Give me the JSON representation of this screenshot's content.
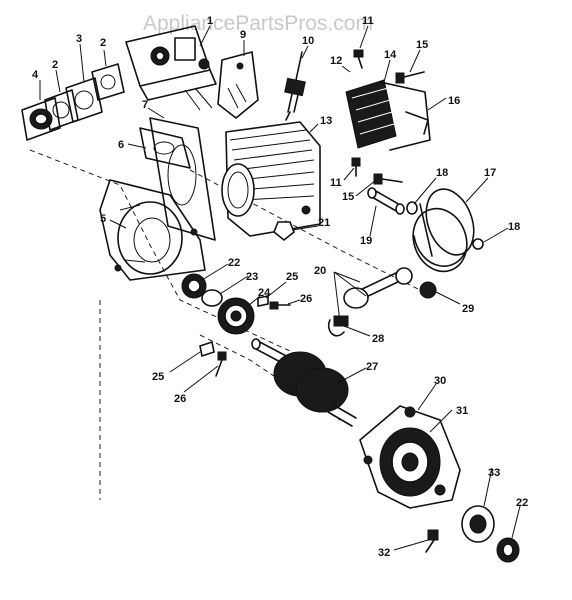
{
  "watermark": "AppliancePartsPros.com",
  "callouts": [
    {
      "id": "c4",
      "text": "4"
    },
    {
      "id": "c2a",
      "text": "2"
    },
    {
      "id": "c3",
      "text": "3"
    },
    {
      "id": "c2b",
      "text": "2"
    },
    {
      "id": "c1a",
      "text": "1"
    },
    {
      "id": "c9",
      "text": "9"
    },
    {
      "id": "c10",
      "text": "10"
    },
    {
      "id": "c11a",
      "text": "11"
    },
    {
      "id": "c12",
      "text": "12"
    },
    {
      "id": "c14",
      "text": "14"
    },
    {
      "id": "c15a",
      "text": "15"
    },
    {
      "id": "c16",
      "text": "16"
    },
    {
      "id": "c7",
      "text": "7"
    },
    {
      "id": "c6",
      "text": "6"
    },
    {
      "id": "c13",
      "text": "13"
    },
    {
      "id": "c11b",
      "text": "11"
    },
    {
      "id": "c15b",
      "text": "15"
    },
    {
      "id": "c18a",
      "text": "18"
    },
    {
      "id": "c17",
      "text": "17"
    },
    {
      "id": "c5",
      "text": "5"
    },
    {
      "id": "c21",
      "text": "21"
    },
    {
      "id": "c19",
      "text": "19"
    },
    {
      "id": "c18b",
      "text": "18"
    },
    {
      "id": "c22a",
      "text": "22"
    },
    {
      "id": "c23",
      "text": "23"
    },
    {
      "id": "c24",
      "text": "24"
    },
    {
      "id": "c25a",
      "text": "25"
    },
    {
      "id": "c20",
      "text": "20"
    },
    {
      "id": "c26a",
      "text": "26"
    },
    {
      "id": "c29",
      "text": "29"
    },
    {
      "id": "c28",
      "text": "28"
    },
    {
      "id": "c25b",
      "text": "25"
    },
    {
      "id": "c27",
      "text": "27"
    },
    {
      "id": "c26b",
      "text": "26"
    },
    {
      "id": "c30",
      "text": "30"
    },
    {
      "id": "c31",
      "text": "31"
    },
    {
      "id": "c33",
      "text": "33"
    },
    {
      "id": "c22b",
      "text": "22"
    },
    {
      "id": "c32",
      "text": "32"
    }
  ]
}
